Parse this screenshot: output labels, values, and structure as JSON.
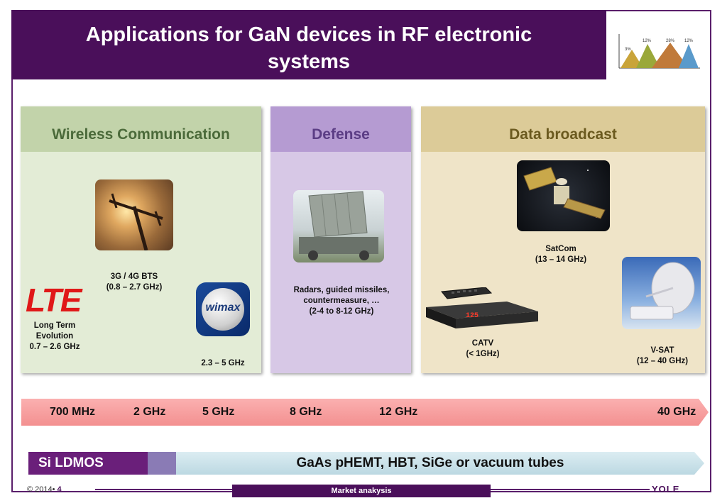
{
  "title": "Applications for GaN devices in RF electronic systems",
  "title_lines": [
    "Applications for GaN devices in RF electronic",
    "systems"
  ],
  "columns": {
    "wireless": {
      "heading": "Wireless Communication",
      "lte_logo": "LTE",
      "lte_label": [
        "Long Term",
        "Evolution",
        "0.7 – 2.6 GHz"
      ],
      "bts_label": [
        "3G / 4G BTS",
        "(0.8 – 2.7 GHz)"
      ],
      "wimax_logo": "wimax",
      "wimax_label": "2.3 – 5 GHz"
    },
    "defense": {
      "heading": "Defense",
      "radar_label": [
        "Radars, guided missiles,",
        "countermeasure, …",
        "(2-4 to 8-12 GHz)"
      ]
    },
    "broadcast": {
      "heading": "Data broadcast",
      "satcom_label": [
        "SatCom",
        "(13 – 14 GHz)"
      ],
      "catv_label": [
        "CATV",
        "(< 1GHz)"
      ],
      "catv_display": "125",
      "vsat_label": [
        "V-SAT",
        "(12 – 40 GHz)"
      ]
    }
  },
  "frequency_scale": [
    "700 MHz",
    "2 GHz",
    "5 GHz",
    "8 GHz",
    "12 GHz",
    "40 GHz"
  ],
  "technology": {
    "si": "Si LDMOS",
    "gaas": "GaAs pHEMT, HBT, SiGe or vacuum tubes"
  },
  "thumbnail": {
    "labels": [
      "3%",
      "12%",
      "28%",
      "12%"
    ]
  },
  "footer": {
    "copyright": "© 2014• ",
    "page": "4",
    "section": "Market anakysis",
    "logo": "YOLE"
  },
  "colors": {
    "title_bg": "#4a0f5a",
    "wireless_bg": "#e3ecd6",
    "defense_bg": "#d7c8e6",
    "broadcast_bg": "#efe4c8",
    "freq_bar": "#f7a0a0",
    "tech_bar": "#cfe3ea"
  }
}
